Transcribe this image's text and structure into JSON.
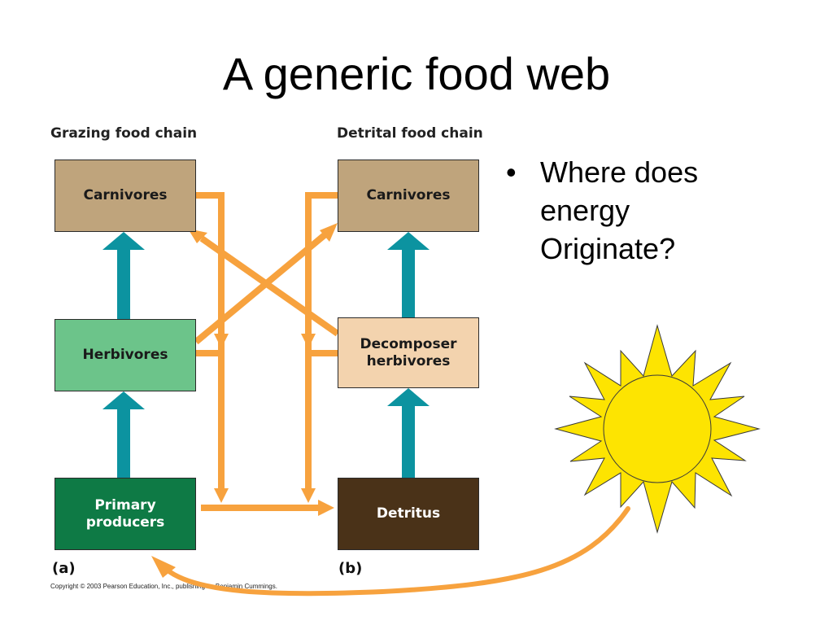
{
  "title": "A generic food web",
  "grazing": {
    "header": "Grazing food chain",
    "panel_label": "(a)",
    "carnivores": "Carnivores",
    "herbivores": "Herbivores",
    "primary_producers": "Primary producers"
  },
  "detrital": {
    "header": "Detrital food chain",
    "panel_label": "(b)",
    "carnivores": "Carnivores",
    "decomposer_herbivores": "Decomposer herbivores",
    "detritus": "Detritus"
  },
  "copyright": "Copyright © 2003 Pearson Education, Inc., publishing as Benjamin Cummings.",
  "bullets": [
    {
      "glyph": "•",
      "text": "Where does energy Originate?"
    }
  ],
  "colors": {
    "carnivores_fill": "#bfa47c",
    "herbivores_fill": "#6cc48a",
    "primary_producers_fill": "#0e7a45",
    "decomposer_fill": "#f3d3ae",
    "detritus_fill": "#4a3218",
    "teal_arrow": "#0c93a0",
    "orange_arrow": "#f7a23e",
    "sun_fill": "#fde401",
    "sun_outline": "#3a3a3a"
  },
  "icons": {
    "sun": "sun-icon"
  }
}
